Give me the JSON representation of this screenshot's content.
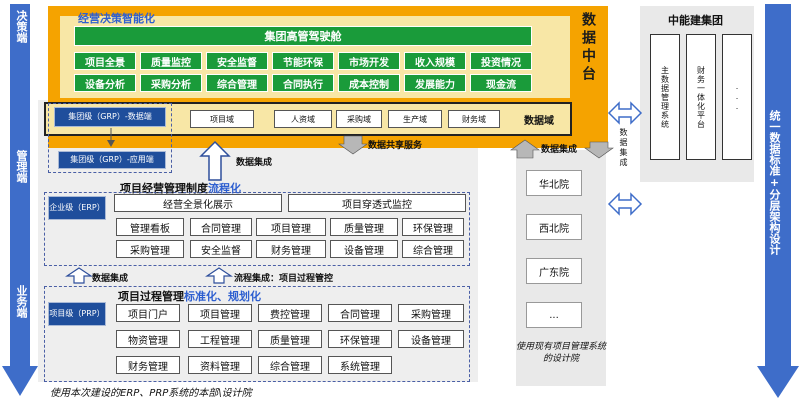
{
  "left_axis": {
    "top": "决策端",
    "middle": "管理端",
    "bottom": "业务端"
  },
  "right_axis": {
    "label": "统一数据标准+分层架构设计"
  },
  "top": {
    "title": "经营决策智能化",
    "cockpit": "集团高管驾驶舱",
    "row1": [
      "项目全景",
      "质量监控",
      "安全监督",
      "节能环保",
      "市场开发",
      "收入规模",
      "投资情况"
    ],
    "row2": [
      "设备分析",
      "采购分析",
      "综合管理",
      "合同执行",
      "成本控制",
      "发展能力",
      "现金流"
    ],
    "data_center": "数据中台"
  },
  "data_domain": {
    "grp_data": "集团级（GRP）-数据端",
    "grp_app": "集团级（GRP）-应用端",
    "domains": [
      "项目域",
      "人资域",
      "采购域",
      "生产域",
      "财务域"
    ],
    "label": "数据域",
    "share_service": "数据共享服务",
    "data_integration_right": "数据集成"
  },
  "mid": {
    "data_integration": "数据集成",
    "title_prefix": "项目经营管理制度",
    "title_suffix": "流程化",
    "erp": "企业级（ERP）",
    "panorama": "经营全景化展示",
    "monitor": "项目穿透式监控",
    "row1": [
      "管理看板",
      "合同管理",
      "项目管理",
      "质量管理",
      "环保管理"
    ],
    "row2": [
      "采购管理",
      "安全监督",
      "财务管理",
      "设备管理",
      "综合管理"
    ]
  },
  "low": {
    "data_integration": "数据集成",
    "process_integration": "流程集成：项目过程管控",
    "title_prefix": "项目过程管理",
    "title_suffix": "标准化、规划化",
    "prp": "项目级（PRP）",
    "row1": [
      "项目门户",
      "项目管理",
      "费控管理",
      "合同管理",
      "采购管理"
    ],
    "row2": [
      "物资管理",
      "工程管理",
      "质量管理",
      "环保管理",
      "设备管理"
    ],
    "row3": [
      "财务管理",
      "资料管理",
      "综合管理",
      "系统管理"
    ]
  },
  "institutes": {
    "items": [
      "华北院",
      "西北院",
      "广东院",
      "..."
    ],
    "caption": "使用现有项目管理系统的设计院"
  },
  "exchange": {
    "label": "数据集成"
  },
  "group": {
    "title": "中能建集团",
    "cols": [
      "主数据管理系统",
      "财务一体化平台",
      "..."
    ]
  },
  "footer": "使用本次建设的ERP、PRP系统的本部\\设计院"
}
